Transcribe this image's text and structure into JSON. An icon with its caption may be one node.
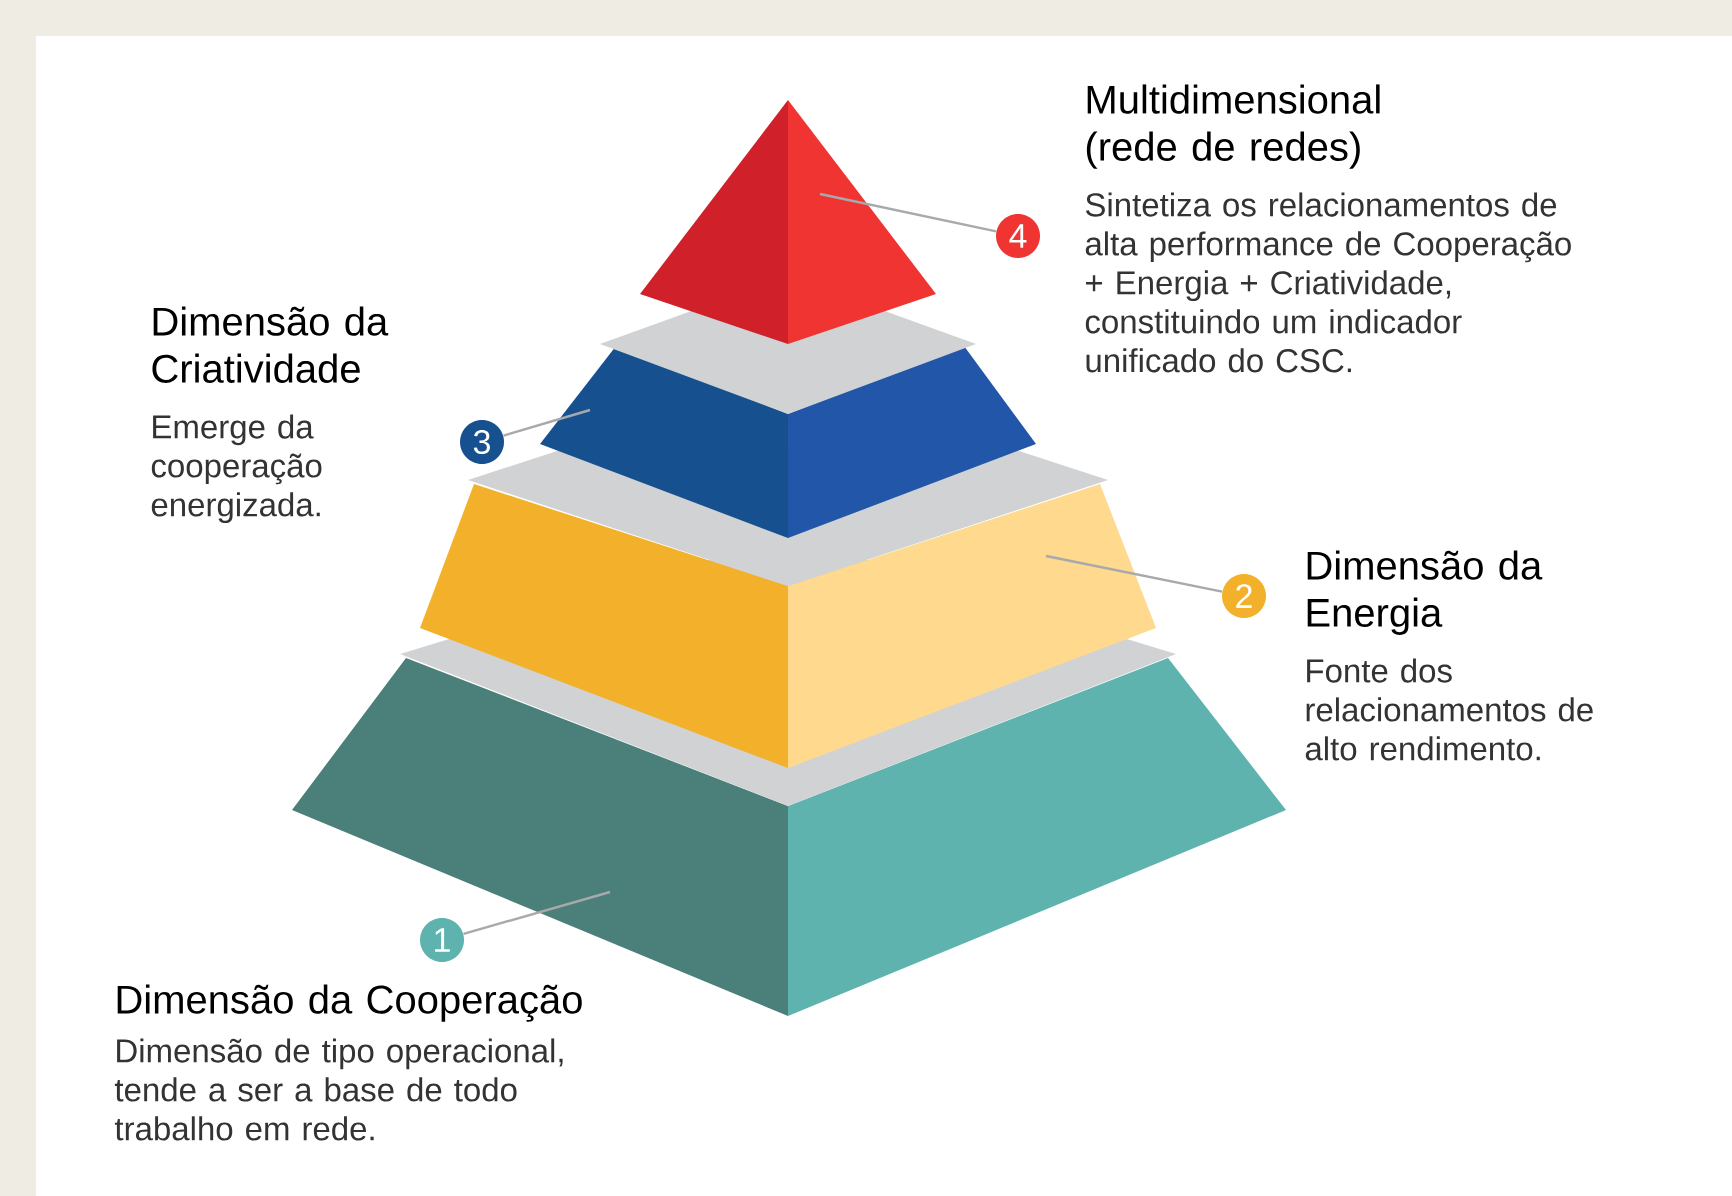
{
  "diagram": {
    "nodes": [
      {
        "text": [],
        "shape": "triangle"
      },
      {
        "text": [],
        "shape": "trapezoid"
      },
      {
        "text": [],
        "shape": "trapezoid"
      },
      {
        "text": [],
        "shape": "trapezoid"
      },
      {
        "text": [
          "4"
        ],
        "beside": [
          "Multidimensional (rede de redes)",
          "Sintetiza os relacionamentos de alta performance de Cooperação + Energia + Criatividade, constituindo um indicador unificado do CSC."
        ]
      },
      {
        "text": [
          "3"
        ],
        "beside": [
          "Dimensão da Criatividade",
          "Emerge da cooperação energizada."
        ]
      },
      {
        "text": [
          "2"
        ],
        "beside": [
          "Dimensão da Energia",
          "Fonte dos relacionamentos de alto rendimento."
        ]
      },
      {
        "text": [
          "1"
        ],
        "beside": [
          "Dimensão da Cooperação",
          "Dimensão de tipo operacional, tende a ser a base de todo trabalho em rede."
        ]
      }
    ],
    "edges": [
      {
        "from": 4,
        "to": 0,
        "arrow": "none"
      },
      {
        "from": 5,
        "to": 1,
        "arrow": "none"
      },
      {
        "from": 6,
        "to": 2,
        "arrow": "none"
      },
      {
        "from": 7,
        "to": 3,
        "arrow": "none"
      }
    ]
  }
}
